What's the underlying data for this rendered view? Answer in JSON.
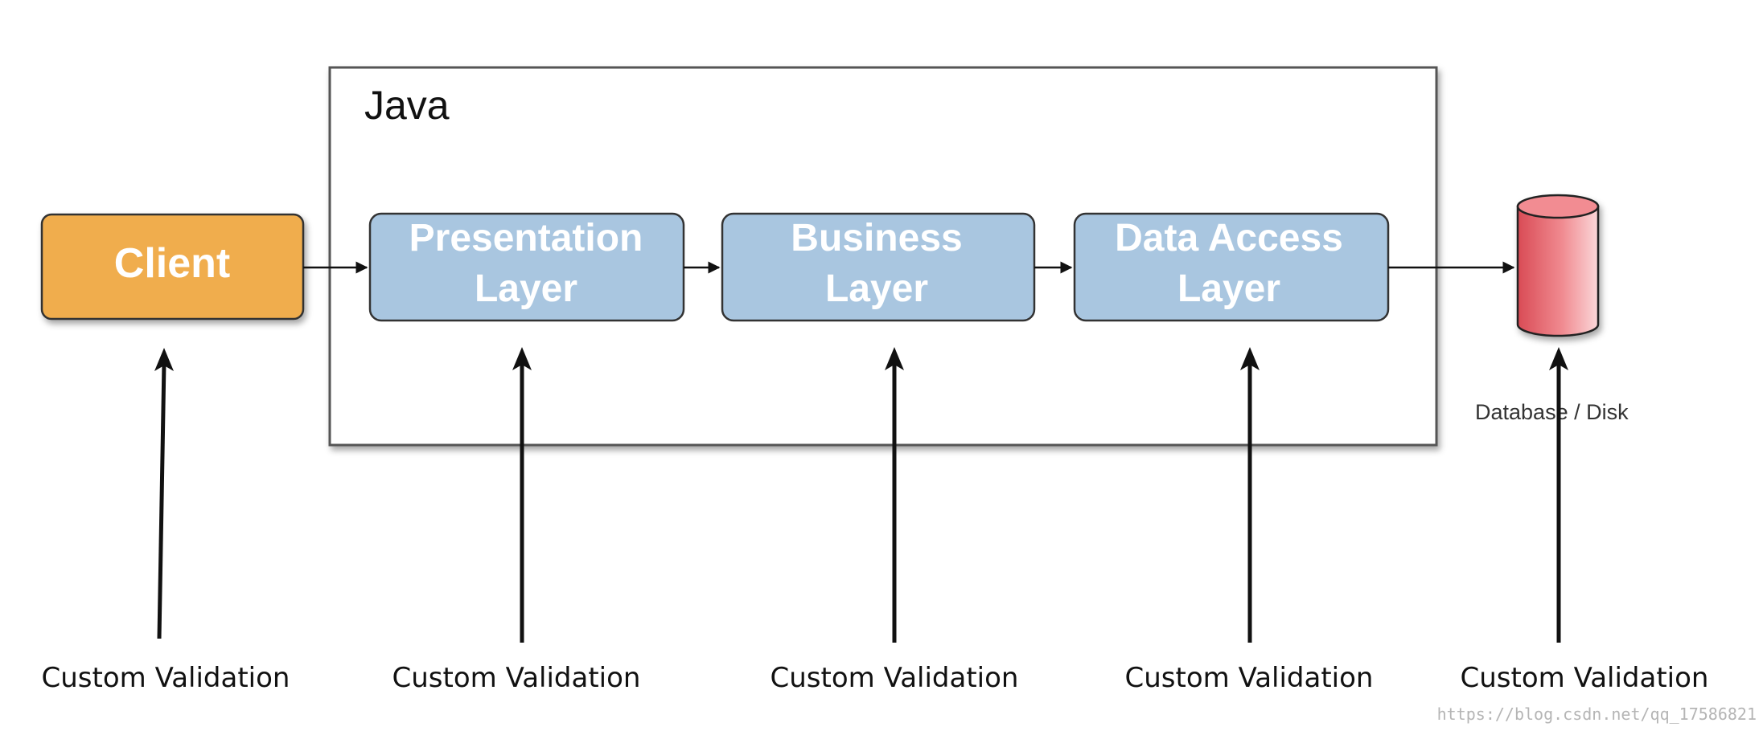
{
  "container": {
    "title": "Java"
  },
  "nodes": {
    "client": {
      "label": "Client",
      "color": "#f0ad4e"
    },
    "presentation": {
      "line1": "Presentation",
      "line2": "Layer",
      "color": "#a9c6e0"
    },
    "business": {
      "line1": "Business",
      "line2": "Layer",
      "color": "#a9c6e0"
    },
    "data_access": {
      "line1": "Data Access",
      "line2": "Layer",
      "color": "#a9c6e0"
    },
    "database": {
      "label": "Database / Disk",
      "color": "#e8636b"
    }
  },
  "validations": [
    {
      "label": "Custom Validation"
    },
    {
      "label": "Custom Validation"
    },
    {
      "label": "Custom Validation"
    },
    {
      "label": "Custom Validation"
    },
    {
      "label": "Custom Validation"
    }
  ],
  "watermark": "https://blog.csdn.net/qq_17586821"
}
